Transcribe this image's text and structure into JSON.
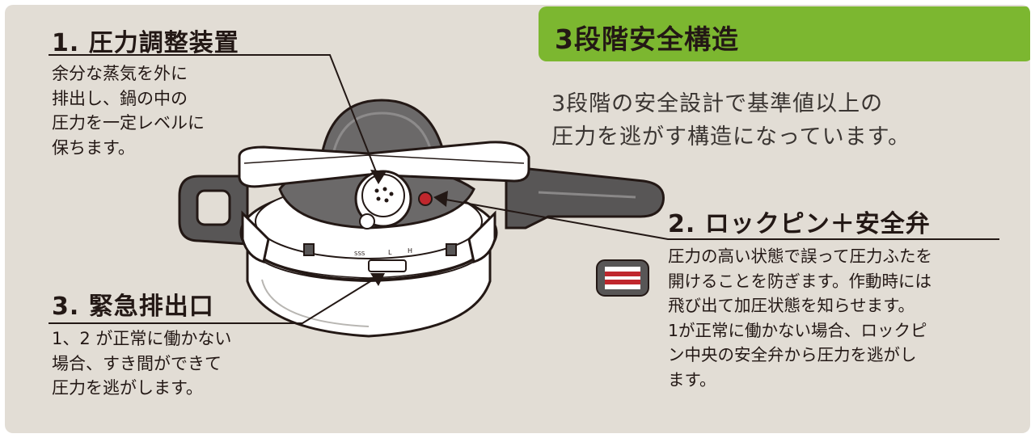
{
  "banner": {
    "title": "3段階安全構造"
  },
  "intro": "3段階の安全設計で基準値以上の\n圧力を逃がす構造になっています。",
  "features": [
    {
      "title": "1. 圧力調整装置",
      "body": "余分な蒸気を外に\n排出し、鍋の中の\n圧力を一定レベルに\n保ちます。"
    },
    {
      "title": "2. ロックピン＋安全弁",
      "body": "圧力の高い状態で誤って圧力ふたを\n開けることを防ぎます。作動時には\n飛び出て加圧状態を知らせます。\n1が正常に働かない場合、ロックピ\nン中央の安全弁から圧力を逃がし\nます。"
    },
    {
      "title": "3. 緊急排出口",
      "body": "1、2 が正常に働かない\n場合、すき間ができて\n圧力を逃がします。"
    }
  ],
  "dial_labels": [
    "H",
    "L",
    "SSS"
  ],
  "colors": {
    "banner": "#7cb730",
    "panel": "#e2ddd5",
    "ink": "#231815",
    "lockpin_red": "#c0272d"
  },
  "icons": [
    "pressure-cooker-illustration",
    "lock-pin-indicator-icon"
  ]
}
